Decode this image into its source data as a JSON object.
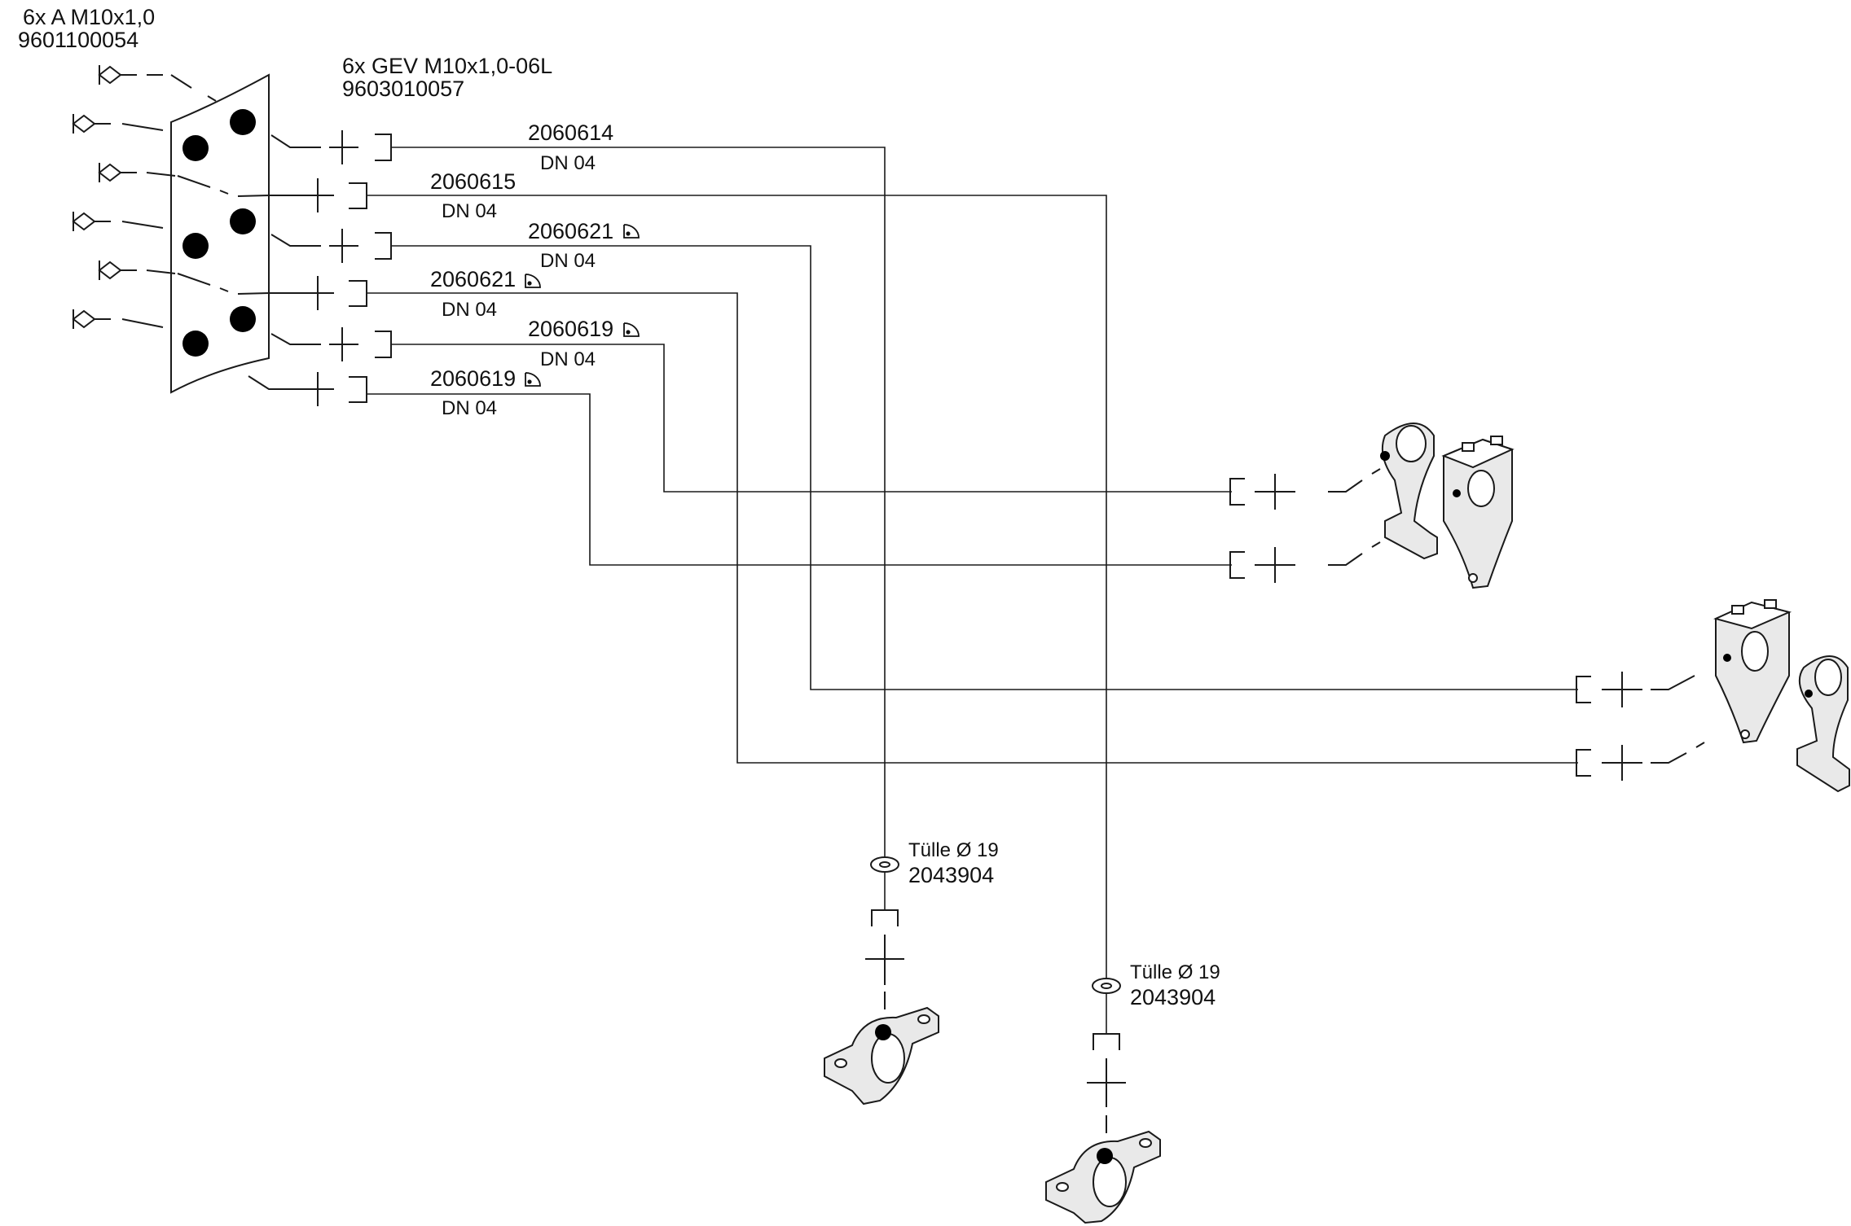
{
  "labels": {
    "couplings_qty_type": "6x A M10x1,0",
    "couplings_part_no": "9601100054",
    "fittings_qty_type": "6x GEV M10x1,0-06L",
    "fittings_part_no": "9603010057"
  },
  "hoses": [
    {
      "part_no": "2060614",
      "size": "DN 04",
      "angled": false
    },
    {
      "part_no": "2060615",
      "size": "DN 04",
      "angled": false
    },
    {
      "part_no": "2060621",
      "size": "DN 04",
      "angled": true
    },
    {
      "part_no": "2060621",
      "size": "DN 04",
      "angled": true
    },
    {
      "part_no": "2060619",
      "size": "DN 04",
      "angled": true
    },
    {
      "part_no": "2060619",
      "size": "DN 04",
      "angled": true
    }
  ],
  "grommets": [
    {
      "name": "Tülle Ø 19",
      "part_no": "2043904"
    },
    {
      "name": "Tülle Ø 19",
      "part_no": "2043904"
    }
  ]
}
